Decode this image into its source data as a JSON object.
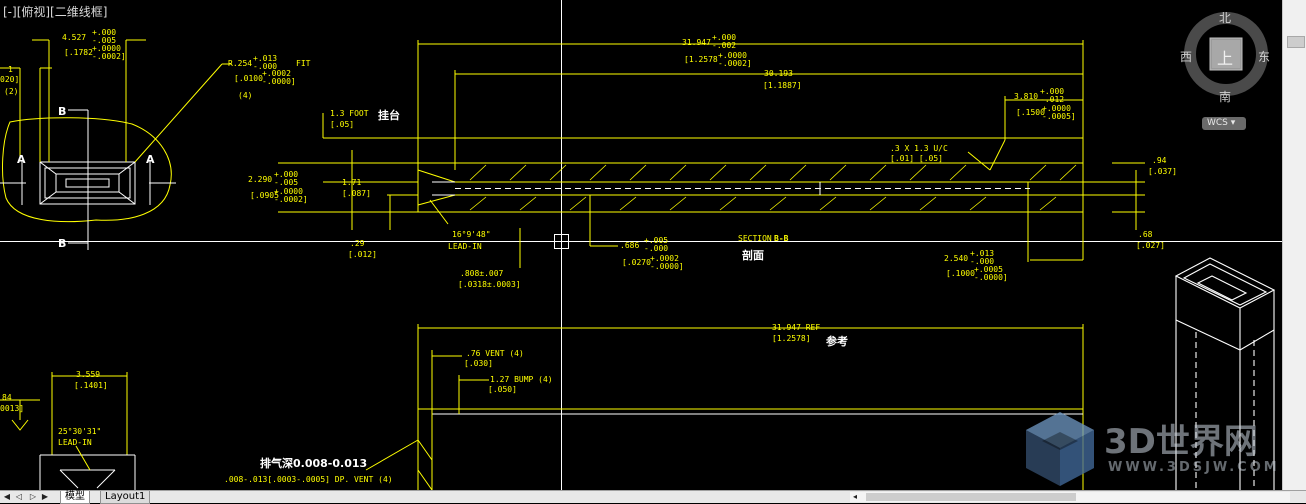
{
  "viewport": {
    "label": "[-][俯视][二维线框]",
    "background": "#000000",
    "line_color": "#ffff00",
    "text_color": "#ffffff"
  },
  "viewcube": {
    "north": "北",
    "south": "南",
    "east": "东",
    "west": "西",
    "face": "上",
    "wcs": "WCS"
  },
  "tabs": [
    "模型",
    "Layout1"
  ],
  "watermark": {
    "text": "3D世界网",
    "url": "WWW.3DSJW.COM"
  },
  "drawing": {
    "top_left": {
      "dim_a": "4.527",
      "dim_a_tol_upper": "+.000",
      "dim_a_tol_lower": "-.005",
      "dim_a_inch": "[.1782",
      "dim_a_inch_tol_upper": "+.0000",
      "dim_a_inch_tol_lower": "-.0002]",
      "dim_b": "1",
      "dim_b_inch": "020]",
      "dim_b_count": "(2)",
      "radius": "R.254",
      "radius_tol_upper": "+.013",
      "radius_tol_lower": "-.000",
      "fit": "FIT",
      "radius_inch": "[.0100",
      "radius_inch_tol_upper": "+.0002",
      "radius_inch_tol_lower": "-.0000]",
      "radius_count": "(4)",
      "marker_b": "B",
      "marker_a": "A"
    },
    "section": {
      "overall": "31.947",
      "overall_tol_upper": "+.000",
      "overall_tol_lower": "-.002",
      "overall_inch": "[1.2578",
      "overall_inch_tol_upper": "+.0000",
      "overall_inch_tol_lower": "-.0002]",
      "inner_len": "30.193",
      "inner_len_inch": "[1.1887]",
      "right_len": "3.810",
      "right_len_tol_upper": "+.000",
      "right_len_tol_lower": "-.012",
      "right_len_inch": "[.1500",
      "right_len_inch_tol_upper": "+.0000",
      "right_len_inch_tol_lower": "-.0005]",
      "foot": "1.3   FOOT",
      "foot_inch": "[.05]",
      "foot_cn": "挂台",
      "height": "2.290",
      "height_tol_upper": "+.000",
      "height_tol_lower": "-.005",
      "height_inch": "[.0905",
      "height_inch_tol_upper": "+.0000",
      "height_inch_tol_lower": "-.0002]",
      "bore": "1.71",
      "bore_inch": "[.087]",
      "lip": ".29",
      "lip_inch": "[.012]",
      "undercut": ".3   X 1.3   U/C",
      "undercut_inch": "[.01]    [.05]",
      "tip_h": ".94",
      "tip_h_inch": "[.037]",
      "tip_b": ".68",
      "tip_b_inch": "[.027]",
      "lead_angle": "16°9'48\"",
      "lead_in": "LEAD-IN",
      "hole": ".686",
      "hole_tol_upper": "+.005",
      "hole_tol_lower": "-.000",
      "hole_inch": "[.0270",
      "hole_inch_tol_upper": "+.0002",
      "hole_inch_tol_lower": "-.0000]",
      "center": ".808±.007",
      "center_inch": "[.0318±.0003]",
      "section_label": "SECTION",
      "section_id": "B-B",
      "section_cn": "剖面",
      "tip_len": "2.540",
      "tip_len_tol_upper": "+.013",
      "tip_len_tol_lower": "-.000",
      "tip_len_inch": "[.1000",
      "tip_len_inch_tol_upper": "+.0005",
      "tip_len_inch_tol_lower": "-.0000]"
    },
    "bottom": {
      "ref": "31.947   REF",
      "ref_inch": "[1.2578]",
      "ref_cn": "参考",
      "vent": ".76   VENT (4)",
      "vent_inch": "[.030]",
      "bump": "1.27   BUMP (4)",
      "bump_inch": "[.050]",
      "width": "3.559",
      "width_inch": "[.1401]",
      "left_a": "84",
      "left_b": "0013]",
      "lead_angle": "25°30'31\"",
      "lead_in": "LEAD-IN",
      "vent_cn": "排气深0.008-0.013",
      "vent_note": ".008-.013[.0003-.0005] DP. VENT (4)"
    }
  }
}
